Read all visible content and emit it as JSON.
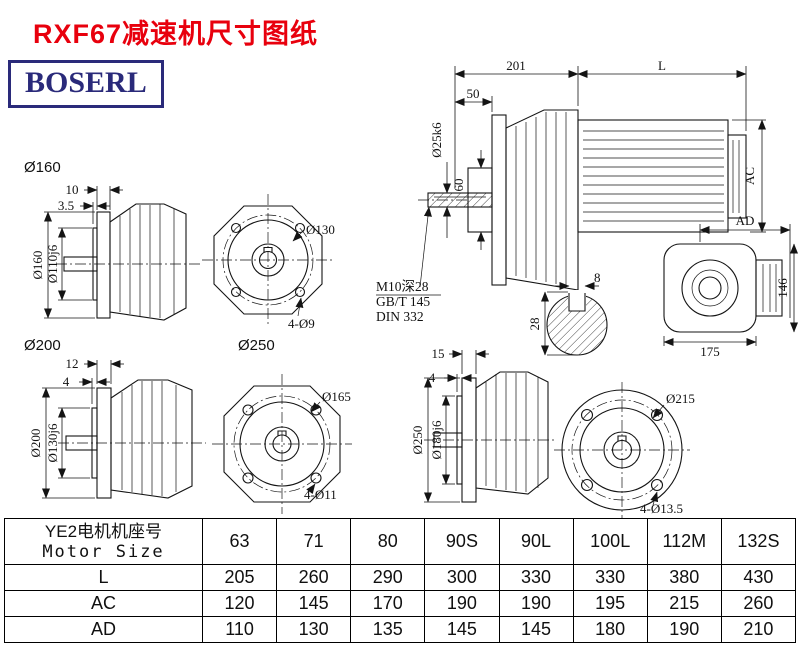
{
  "page": {
    "title": "RXF67减速机尺寸图纸",
    "logo_text": "BOSERL"
  },
  "colors": {
    "title_red": "#e8000d",
    "logo_navy": "#2a2a7a"
  },
  "drawing": {
    "main_view": {
      "dim_201": "201",
      "dim_L": "L",
      "dim_50": "50",
      "shaft_dia": "Ø25k6",
      "hub_dia": "60",
      "dim_AC": "AC"
    },
    "thread_note": {
      "line1": "M10深28",
      "line2": "GB/T 145",
      "line3": "DIN 332"
    },
    "key_detail": {
      "key_width": "8",
      "key_height": "28"
    },
    "end_view": {
      "dim_AD": "AD",
      "dim_146": "146",
      "dim_175": "175"
    },
    "flange_160": {
      "series_label": "Ø160",
      "flange_thickness": "10",
      "spigot_thickness": "3.5",
      "flange_dia": "Ø160",
      "spigot_dia": "Ø110j6",
      "bolt_circle_dia": "Ø130",
      "bolt_holes": "4-Ø9"
    },
    "flange_200": {
      "series_label": "Ø200",
      "flange_thickness": "12",
      "spigot_thickness": "4",
      "flange_dia": "Ø200",
      "spigot_dia": "Ø130j6",
      "bolt_circle_dia": "Ø165",
      "bolt_holes": "4-Ø11"
    },
    "flange_250": {
      "series_label": "Ø250",
      "flange_thickness": "15",
      "spigot_thickness": "4",
      "flange_dia": "Ø250",
      "spigot_dia": "Ø180j6",
      "bolt_circle_dia": "Ø215",
      "bolt_holes": "4-Ø13.5"
    }
  },
  "table": {
    "header_cn": "YE2电机机座号",
    "header_en": "Motor Size",
    "frame_sizes": [
      "63",
      "71",
      "80",
      "90S",
      "90L",
      "100L",
      "112M",
      "132S"
    ],
    "rows": [
      {
        "label": "L",
        "values": [
          "205",
          "260",
          "290",
          "300",
          "330",
          "330",
          "380",
          "430"
        ]
      },
      {
        "label": "AC",
        "values": [
          "120",
          "145",
          "170",
          "190",
          "190",
          "195",
          "215",
          "260"
        ]
      },
      {
        "label": "AD",
        "values": [
          "110",
          "130",
          "135",
          "145",
          "145",
          "180",
          "190",
          "210"
        ]
      }
    ]
  }
}
